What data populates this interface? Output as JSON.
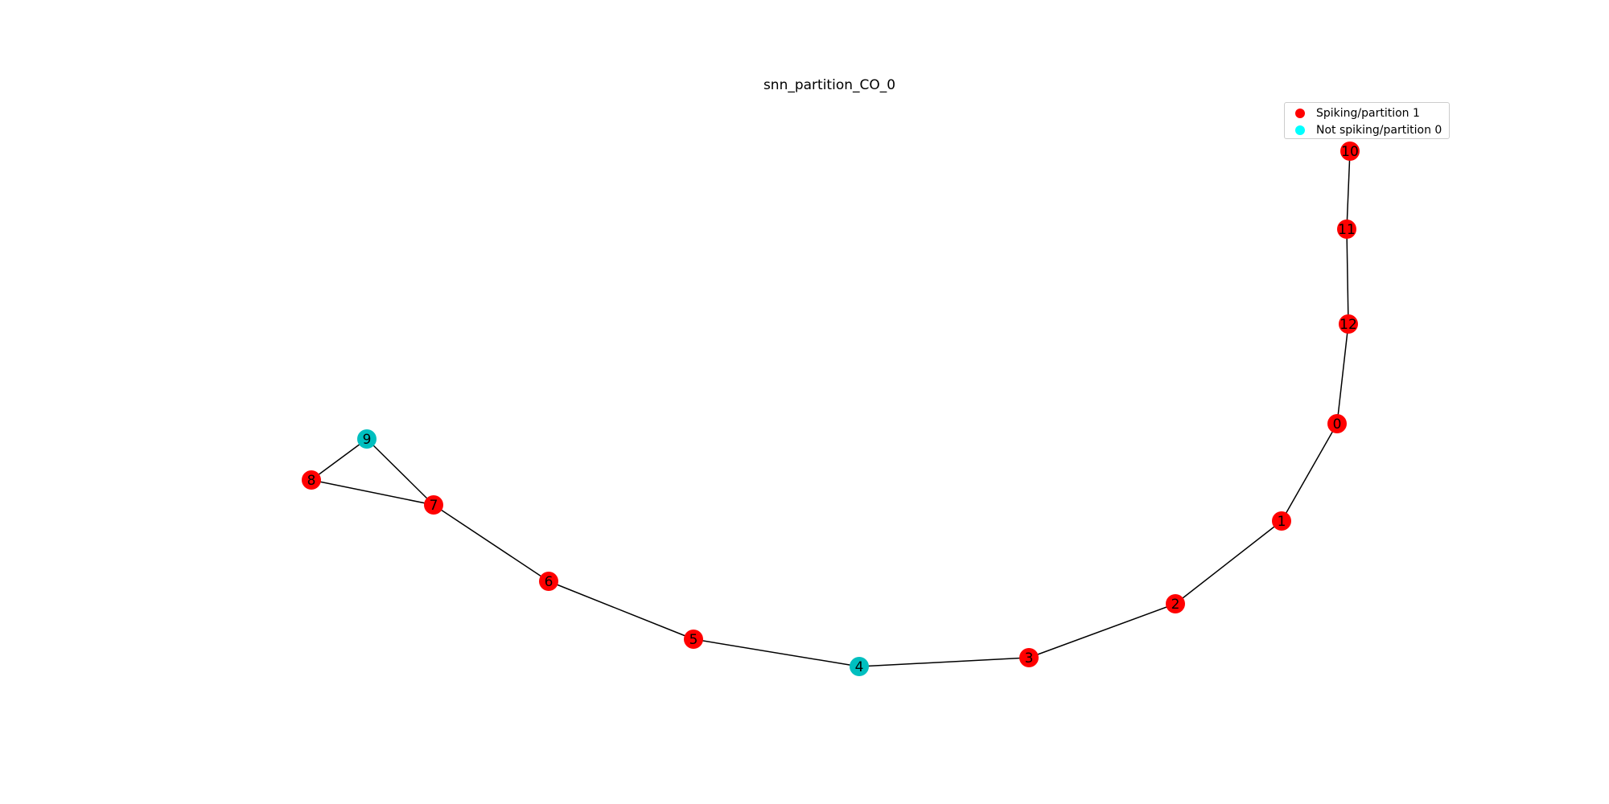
{
  "title": "snn_partition_CO_0",
  "legend": {
    "items": [
      {
        "label": "Spiking/partition 1",
        "color": "#ff0000"
      },
      {
        "label": "Not spiking/partition 0",
        "color": "#00ffff"
      }
    ]
  },
  "colors": {
    "spiking": "#ff0000",
    "not_spiking": "#00bfbf",
    "edge": "#000000"
  },
  "nodes": [
    {
      "id": "0",
      "spiking": true
    },
    {
      "id": "1",
      "spiking": true
    },
    {
      "id": "2",
      "spiking": true
    },
    {
      "id": "3",
      "spiking": true
    },
    {
      "id": "4",
      "spiking": false
    },
    {
      "id": "5",
      "spiking": true
    },
    {
      "id": "6",
      "spiking": true
    },
    {
      "id": "7",
      "spiking": true
    },
    {
      "id": "8",
      "spiking": true
    },
    {
      "id": "9",
      "spiking": false
    },
    {
      "id": "10",
      "spiking": true
    },
    {
      "id": "11",
      "spiking": true
    },
    {
      "id": "12",
      "spiking": true
    }
  ],
  "edges": [
    [
      "10",
      "11"
    ],
    [
      "11",
      "12"
    ],
    [
      "12",
      "0"
    ],
    [
      "0",
      "1"
    ],
    [
      "1",
      "2"
    ],
    [
      "2",
      "3"
    ],
    [
      "3",
      "4"
    ],
    [
      "4",
      "5"
    ],
    [
      "5",
      "6"
    ],
    [
      "6",
      "7"
    ],
    [
      "7",
      "8"
    ],
    [
      "8",
      "9"
    ],
    [
      "9",
      "7"
    ]
  ]
}
